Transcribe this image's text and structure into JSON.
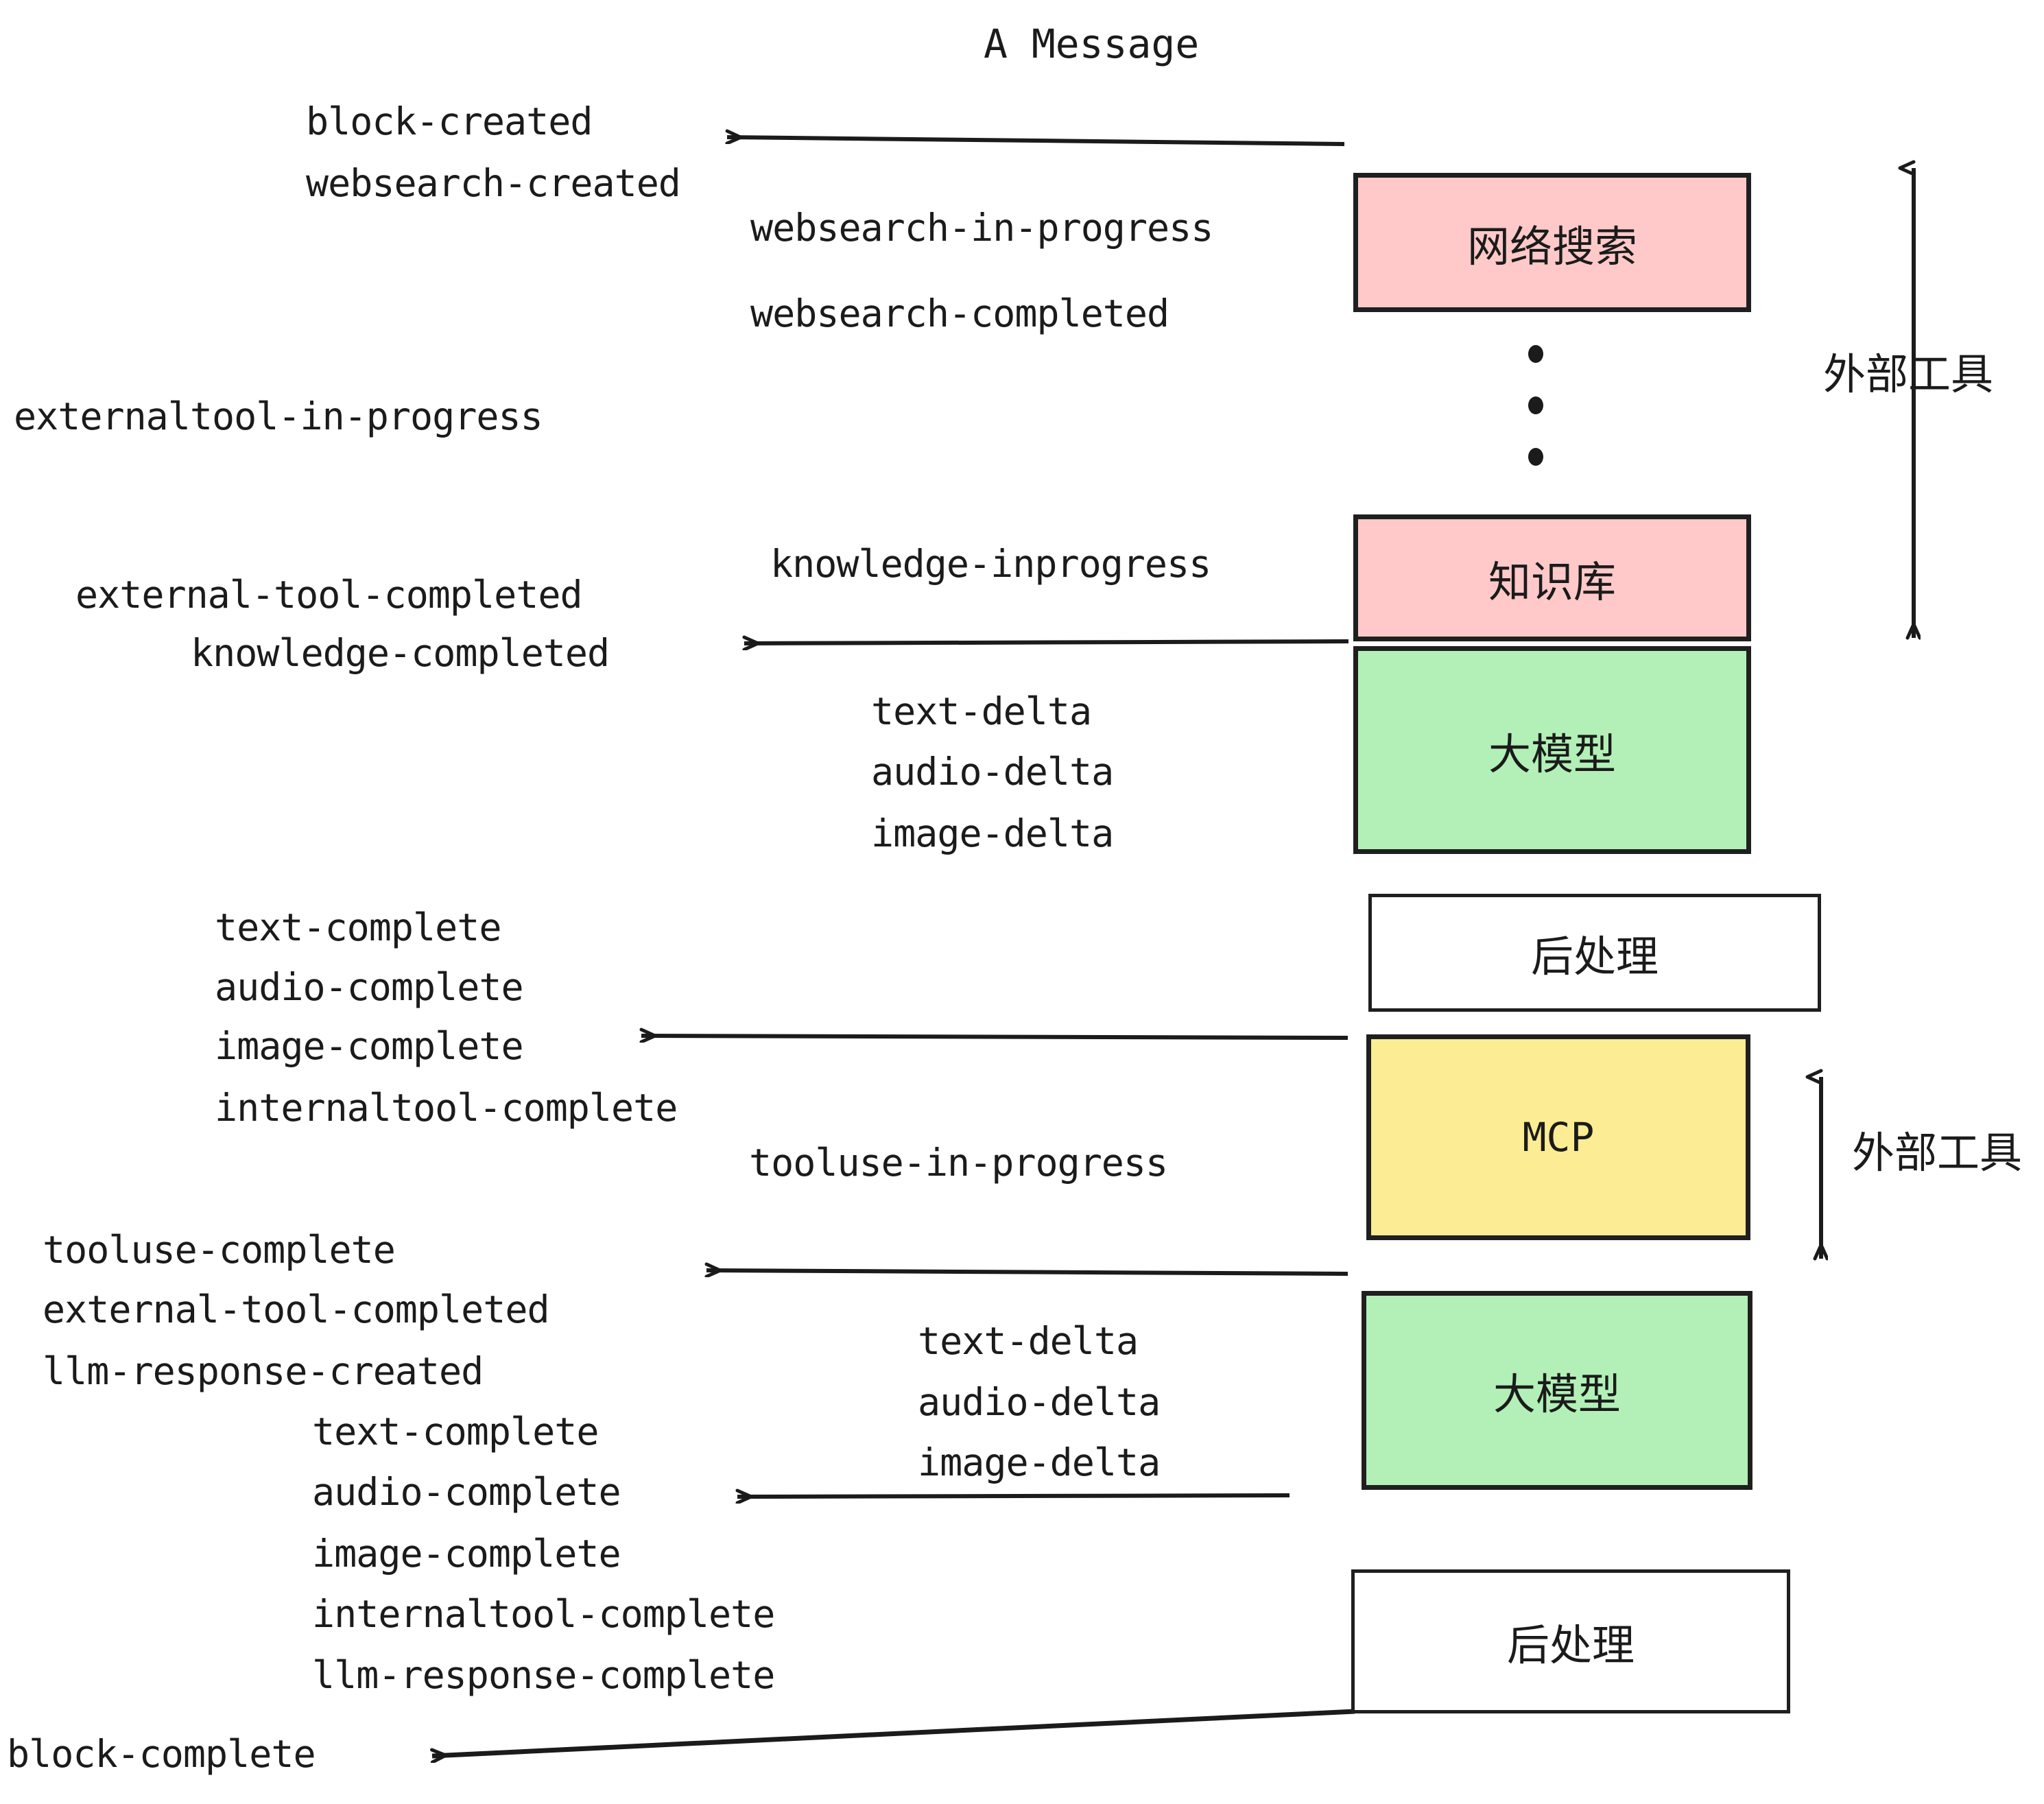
{
  "title": "A Message",
  "colors": {
    "websearch_box": "#FFC9C9",
    "knowledge_box": "#FFC9C9",
    "llm_box": "#B2F0B7",
    "postprocess_box": "#FFFFFF",
    "mcp_box": "#FCEC93",
    "stroke": "#1F1F1F",
    "text": "#1B1B1B"
  },
  "boxes": {
    "websearch": "网络搜索",
    "knowledge": "知识库",
    "llm_1": "大模型",
    "postprocess_1": "后处理",
    "mcp": "MCP",
    "llm_2": "大模型",
    "postprocess_2": "后处理"
  },
  "side_labels": {
    "external_tool_top": "外部工具",
    "external_tool_bottom": "外部工具"
  },
  "events": {
    "block_created": "block-created",
    "websearch_created": "websearch-created",
    "websearch_in_progress": "websearch-in-progress",
    "websearch_completed": "websearch-completed",
    "externaltool_in_progress": "externaltool-in-progress",
    "knowledge_inprogress": "knowledge-inprogress",
    "external_tool_completed_1": "external-tool-completed",
    "knowledge_completed": "knowledge-completed",
    "text_delta_1": "text-delta",
    "audio_delta_1": "audio-delta",
    "image_delta_1": "image-delta",
    "text_complete_1": "text-complete",
    "audio_complete_1": "audio-complete",
    "image_complete_1": "image-complete",
    "internaltool_complete_1": "internaltool-complete",
    "tooluse_in_progress": "tooluse-in-progress",
    "tooluse_complete": "tooluse-complete",
    "external_tool_completed_2": "external-tool-completed",
    "llm_response_created": "llm-response-created",
    "text_delta_2": "text-delta",
    "audio_delta_2": "audio-delta",
    "image_delta_2": "image-delta",
    "text_complete_2": "text-complete",
    "audio_complete_2": "audio-complete",
    "image_complete_2": "image-complete",
    "internaltool_complete_2": "internaltool-complete",
    "llm_response_complete": "llm-response-complete",
    "block_complete": "block-complete"
  }
}
